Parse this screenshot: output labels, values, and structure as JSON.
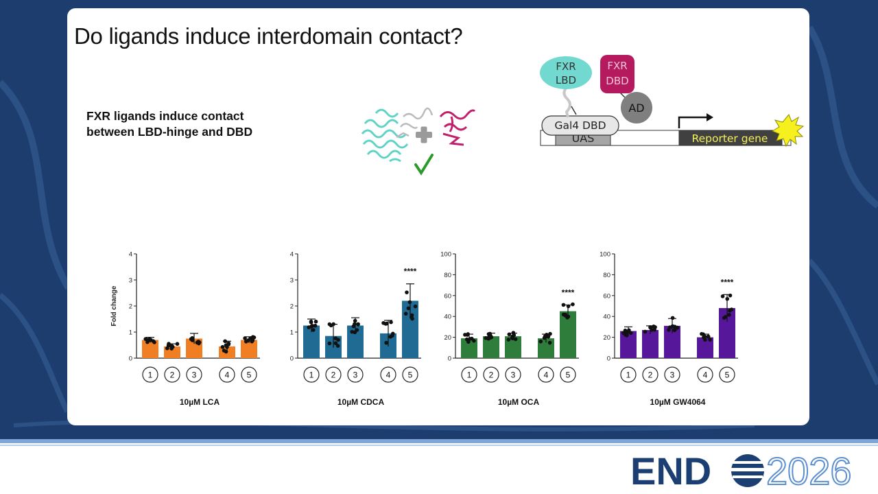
{
  "slide": {
    "title": "Do ligands induce interdomain contact?",
    "claim_lines": [
      "FXR ligands induce contact",
      "between LBD-hinge and DBD"
    ]
  },
  "assay_diagram": {
    "fxr_lbd": [
      "FXR",
      "LBD"
    ],
    "fxr_dbd": [
      "FXR",
      "DBD"
    ],
    "ad": "AD",
    "gal4": "Gal4 DBD",
    "uas": "UAS",
    "reporter": "Reporter gene"
  },
  "chart_data": [
    {
      "type": "bar",
      "title": "10µM LCA",
      "ylabel": "Fold change",
      "ylim": [
        0,
        4
      ],
      "yticks": [
        0,
        1,
        2,
        3,
        4
      ],
      "categories": [
        "1",
        "2",
        "3",
        "4",
        "5"
      ],
      "values": [
        0.7,
        0.45,
        0.75,
        0.45,
        0.7
      ],
      "errors": [
        0.1,
        0.1,
        0.2,
        0.2,
        0.12
      ],
      "significance": [
        "",
        "",
        "",
        "",
        ""
      ],
      "color": "#f07e23"
    },
    {
      "type": "bar",
      "title": "10µM CDCA",
      "ylabel": "",
      "ylim": [
        0,
        4
      ],
      "yticks": [
        0,
        1,
        2,
        3,
        4
      ],
      "categories": [
        "1",
        "2",
        "3",
        "4",
        "5"
      ],
      "values": [
        1.25,
        0.85,
        1.25,
        0.95,
        2.2
      ],
      "errors": [
        0.25,
        0.45,
        0.3,
        0.5,
        0.65
      ],
      "significance": [
        "",
        "",
        "",
        "",
        "****"
      ],
      "color": "#1f6b94"
    },
    {
      "type": "bar",
      "title": "10µM OCA",
      "ylabel": "",
      "ylim": [
        0,
        100
      ],
      "yticks": [
        0,
        20,
        40,
        60,
        80,
        100
      ],
      "categories": [
        "1",
        "2",
        "3",
        "4",
        "5"
      ],
      "values": [
        19,
        21,
        21,
        19,
        45
      ],
      "errors": [
        4,
        3,
        3,
        4,
        6
      ],
      "significance": [
        "",
        "",
        "",
        "",
        "****"
      ],
      "color": "#2f7d3a"
    },
    {
      "type": "bar",
      "title": "10µM GW4064",
      "ylabel": "",
      "ylim": [
        0,
        100
      ],
      "yticks": [
        0,
        20,
        40,
        60,
        80,
        100
      ],
      "categories": [
        "1",
        "2",
        "3",
        "4",
        "5"
      ],
      "values": [
        26,
        27,
        31,
        20,
        48
      ],
      "errors": [
        4,
        4,
        7,
        3,
        13
      ],
      "significance": [
        "",
        "",
        "",
        "",
        "****"
      ],
      "color": "#56179a"
    }
  ],
  "footer": {
    "logo_left": "END",
    "logo_right": "2026",
    "brand_dark": "#1c3f73",
    "brand_light": "#5b8fd0"
  }
}
